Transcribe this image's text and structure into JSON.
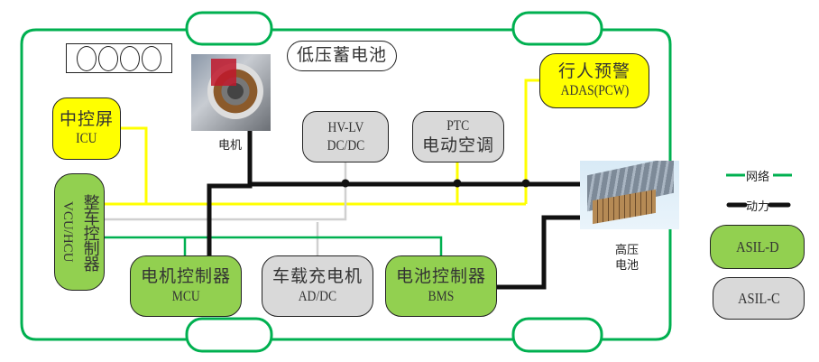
{
  "diagram": {
    "title": "Electric vehicle E/E architecture",
    "engine_placeholder": "○○○○",
    "nodes": {
      "lv_battery": {
        "label": "低压蓄电池"
      },
      "icu": {
        "label_cn": "中控屏",
        "label_en": "ICU",
        "category": "yellow"
      },
      "adas": {
        "label_cn": "行人预警",
        "label_en": "ADAS(PCW)",
        "category": "yellow"
      },
      "dcdc": {
        "label_en1": "HV-LV",
        "label_en2": "DC/DC",
        "category": "ASIL-C"
      },
      "ptc": {
        "label_en": "PTC",
        "label_cn": "电动空调",
        "category": "ASIL-C"
      },
      "vcu": {
        "label_cn": "整车控制器",
        "label_en": "VCU/HCU",
        "category": "ASIL-D"
      },
      "mcu": {
        "label_cn": "电机控制器",
        "label_en": "MCU",
        "category": "ASIL-D"
      },
      "obc": {
        "label_cn": "车载充电机",
        "label_en": "AD/DC",
        "category": "ASIL-C"
      },
      "bms": {
        "label_cn": "电池控制器",
        "label_en": "BMS",
        "category": "ASIL-D"
      },
      "motor": {
        "label": "电机"
      },
      "hv_battery": {
        "label1": "高压",
        "label2": "电池"
      }
    }
  },
  "legend": {
    "network": "网络",
    "power": "动力",
    "asil_d": "ASIL-D",
    "asil_c": "ASIL-C"
  },
  "colors": {
    "network_green": "#00b050",
    "power_black": "#111111",
    "asil_d_green": "#92d050",
    "asil_c_gray": "#d9d9d9",
    "signal_yellow": "#ffff00",
    "signal_gray": "#d0d0d0"
  }
}
